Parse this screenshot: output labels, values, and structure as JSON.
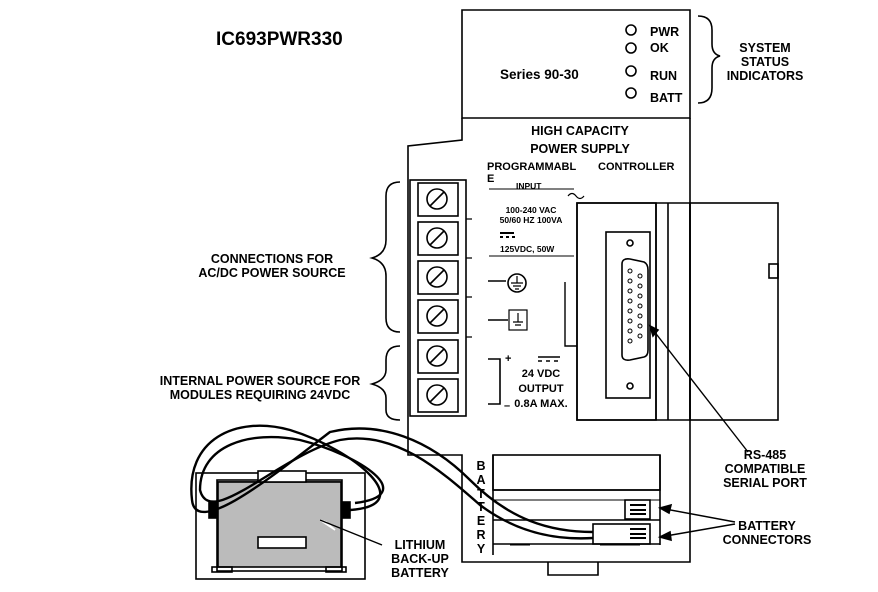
{
  "title": "IC693PWR330",
  "series": "Series 90-30",
  "indicators": [
    "PWR",
    "OK",
    "RUN",
    "BATT"
  ],
  "labels": {
    "system_status": [
      "SYSTEM",
      "STATUS",
      "INDICATORS"
    ],
    "high_capacity": [
      "HIGH CAPACITY",
      "POWER SUPPLY"
    ],
    "programmable": "PROGRAMMABL",
    "programmable_e": "E",
    "controller": "CONTROLLER",
    "input": "INPUT",
    "ac_rating": [
      "100-240 VAC",
      "50/60 HZ 100VA"
    ],
    "dc_rating": "125VDC, 50W",
    "output": [
      "24 VDC",
      "OUTPUT",
      "0.8A  MAX."
    ],
    "plus": "+",
    "minus": "–",
    "connections_acdc": [
      "CONNECTIONS FOR",
      "AC/DC POWER SOURCE"
    ],
    "internal_power": [
      "INTERNAL POWER SOURCE FOR",
      "MODULES REQUIRING 24VDC"
    ],
    "rs485": [
      "RS-485",
      "COMPATIBLE",
      "SERIAL PORT"
    ],
    "battery_vertical": [
      "B",
      "A",
      "T",
      "T",
      "E",
      "R",
      "Y"
    ],
    "battery_connectors": [
      "BATTERY",
      "CONNECTORS"
    ],
    "lithium": [
      "LITHIUM",
      "BACK-UP",
      "BATTERY"
    ]
  }
}
